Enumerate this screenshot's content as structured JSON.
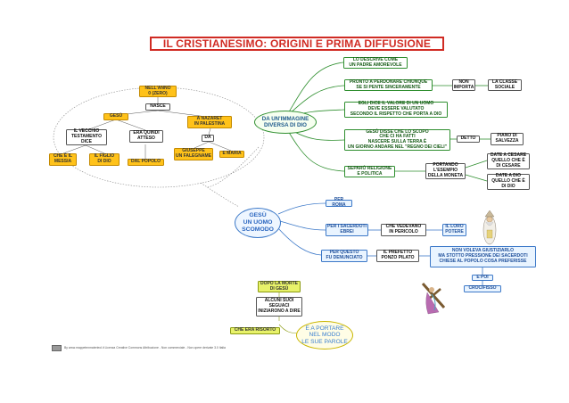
{
  "title": "IL CRISTIANESIMO: ORIGINI E PRIMA DIFFUSIONE",
  "hubs": {
    "immagine": "DA UN'IMMAGINE\nDIVERSA DI DIO",
    "scomodo": "GESÙ\nUN UOMO\nSCOMODO",
    "portare": "E A PORTARE\nNEL MODO\nLE SUE PAROLE"
  },
  "left": {
    "anno": "NELL'ANNO\n0 (ZERO)",
    "nasce": "NASCE",
    "gesu": "GESÙ",
    "nazaret": "A NAZARET\nIN PALESTINA",
    "vecchio": "IL VECCHIO\nTESTAMENTO\nDICE",
    "atteso": "ERA QUINDI\nATTESO",
    "da": "DA",
    "messia": "CHE È IL\nMESSIA",
    "figlio": "IL FIGLIO\nDI DIO",
    "popolo": "DAL POPOLO",
    "giuseppe": "GIUSEPPE\nUN FALEGNAME",
    "maria": "E MARIA"
  },
  "immagine_branch": {
    "descrive": "LO DESCRIVE COME\nUN PADRE AMOREVOLE",
    "perdonare": "PRONTO A PERDONARE CHIUNQUE\nSE SI PENTE SINCERAMENTE",
    "non_importa": "NON\nIMPORTA",
    "classe": "LA CLASSE\nSOCIALE",
    "valore": "EGLI DICE IL VALORE DI UN UOMO\nDEVE ESSERE VALUTATO\nSECONDO IL RISPETTO CHE PORTA A DIO",
    "scopo": "GESÙ DISSE CHE LO SCOPO\nCHE CI HA FATTI\nNASCERE SULLA TERRA È\nUN GIORNO ANDARE NEL \"REGNO DEI CIELI\"",
    "detto": "DETTO",
    "salvezza": "PIANO DI\nSALVEZZA",
    "separo": "SEPARÒ RELIGIONE\nE POLITICA",
    "portando": "PORTANDO\nL'ESEMPIO\nDELLA MONETA",
    "cesare": "DATE A CESARE\nQUELLO CHE È\nDI CESARE",
    "dio": "DATE A DIO\nQUELLO CHE È\nDI DIO"
  },
  "scomodo_branch": {
    "roma": "PER ROMA",
    "sacerdoti": "PER I SACERDOTI\nEBREI",
    "pericolo": "CHE VEDEVANO\nIN PERICOLO",
    "potere": "IL LORO\nPOTERE",
    "denunciato": "PER QUESTO\nFU DENUNCIATO",
    "prefetto": "IL PREFETTO\nPONZO PILATO",
    "giustiziarlo": "NON VOLEVA GIUSTIZIARLO\nMA STOTTO PRESSIONE DEI SACERDOTI\nCHIESE AL POPOLO COSA PREFERISSE",
    "epoi": "E POI",
    "crocifisso": "CROCIFISSO"
  },
  "bottom_branch": {
    "morte": "DOPO LA MORTE\nDI GESÙ",
    "seguaci": "ALCUNI SUOI\nSEGUACI\nINIZIARONO A DIRE",
    "risorto": "CHE ERA RISORTO"
  },
  "footer": "By www.mappetenmaterieol.it Licenza Creative Commons Attribuzione - Non commerciale - Non opere derivate 3.0 Italia",
  "colors": {
    "title": "#d02b23",
    "orange": "#ffc21a",
    "green_line": "#2f8f2f",
    "blue_line": "#3b78c8",
    "hub_green_fill": "#f6fff0",
    "hub_blue_fill": "#eef6ff",
    "hub_yellow_fill": "#fffde6"
  }
}
